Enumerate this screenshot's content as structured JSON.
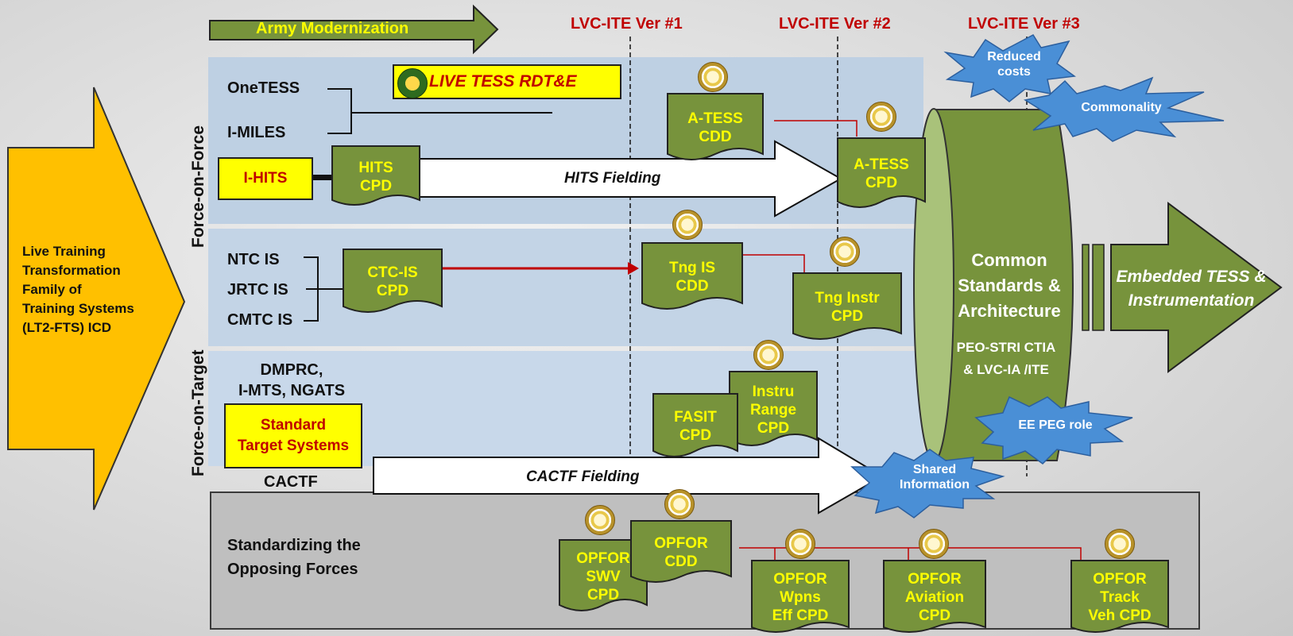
{
  "header": {
    "army_modernization": "Army Modernization",
    "versions": [
      "LVC-ITE Ver #1",
      "LVC-ITE Ver #2",
      "LVC-ITE Ver #3"
    ]
  },
  "left_arrow": {
    "text": "Live Training\nTransformation\nFamily of\nTraining Systems\n(LT2-FTS) ICD"
  },
  "side_labels": {
    "force_on_force": "Force-on-Force",
    "force_on_target": "Force-on-Target"
  },
  "force_on_force": {
    "onetess": "OneTESS",
    "imiles": "I-MILES",
    "live_tess": "LIVE TESS  RDT&E",
    "ihits": "I-HITS",
    "hits_cpd": "HITS\nCPD",
    "hits_fielding": "HITS Fielding",
    "atess_cdd": "A-TESS\nCDD",
    "atess_cpd": "A-TESS\nCPD"
  },
  "ctc": {
    "ntc": "NTC IS",
    "jrtc": "JRTC IS",
    "cmtc": "CMTC IS",
    "ctc_cpd": "CTC-IS\nCPD",
    "tng_cdd": "Tng IS\nCDD",
    "tng_instr": "Tng Instr\nCPD"
  },
  "force_on_target": {
    "dmprc": "DMPRC,\nI-MTS, NGATS",
    "standard_targets": "Standard\nTarget Systems",
    "cactf": "CACTF",
    "cactf_fielding": "CACTF Fielding",
    "fasit": "FASIT\nCPD",
    "instru": "Instru\nRange\nCPD"
  },
  "opfor": {
    "title": "Standardizing the\nOpposing Forces",
    "swv": "OPFOR\nSWV\nCPD",
    "cdd": "OPFOR\nCDD",
    "wpns": "OPFOR\nWpns\nEff CPD",
    "aviation": "OPFOR\nAviation\nCPD",
    "track": "OPFOR\nTrack\nVeh CPD"
  },
  "cylinder": {
    "title": "Common\nStandards &\nArchitecture",
    "subtitle": "PEO-STRI CTIA\n& LVC-IA /ITE"
  },
  "bursts": {
    "reduced": "Reduced\ncosts",
    "commonality": "Commonality",
    "ee_peg": "EE PEG role",
    "shared": "Shared\nInformation"
  },
  "embedded": "Embedded TESS &\nInstrumentation",
  "colors": {
    "olive": "#77933c",
    "yellow_text": "#ffff00",
    "red": "#c00000",
    "orange_arrow": "#ffc000",
    "band_blue": "#bed0e3",
    "burst_blue": "#4a8fd6"
  }
}
